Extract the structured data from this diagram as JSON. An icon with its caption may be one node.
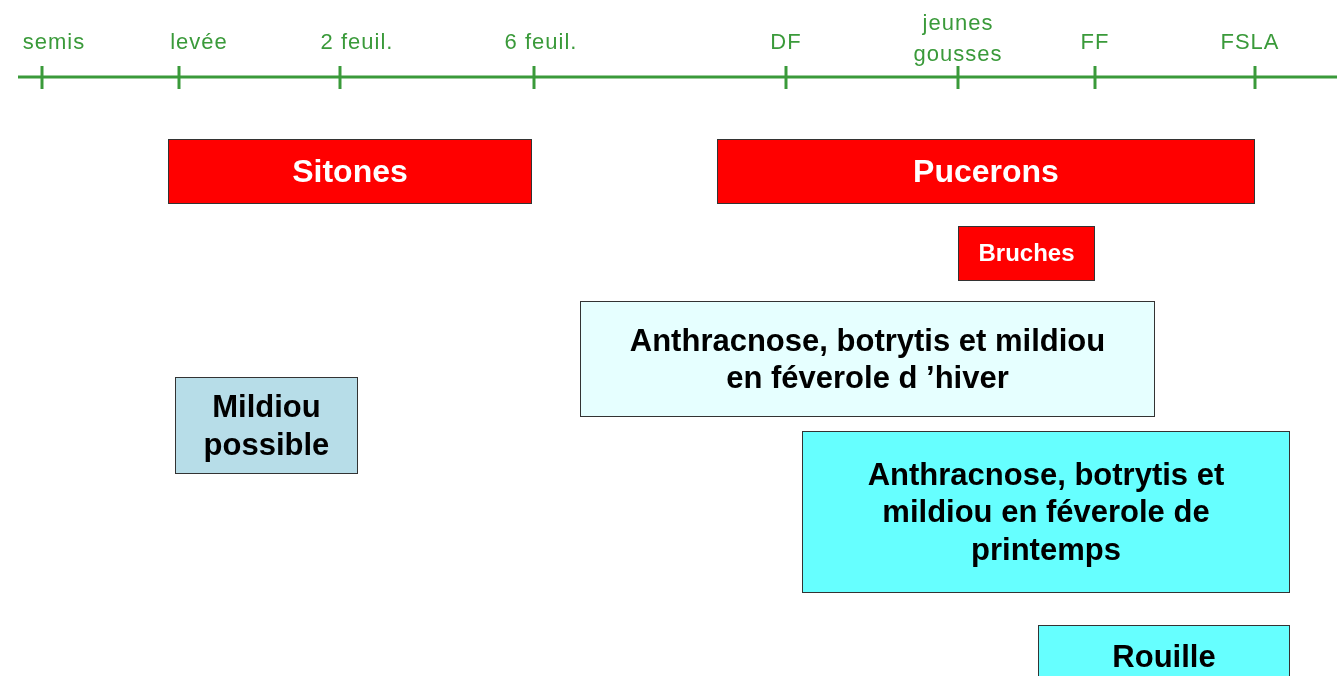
{
  "diagram": {
    "nodes": [
      {
        "text": [
          "Sitones"
        ]
      },
      {
        "text": [
          "Pucerons"
        ]
      },
      {
        "text": [
          "Bruches"
        ]
      },
      {
        "text": [
          "Anthracnose, botrytis et mildiou en féverole d ’hiver"
        ]
      },
      {
        "text": [
          "Mildiou possible"
        ]
      },
      {
        "text": [
          "Anthracnose, botrytis et mildiou en féverole de printemps"
        ]
      },
      {
        "text": [
          "Rouille"
        ]
      }
    ],
    "edges": [],
    "labels": [
      "semis",
      "levée",
      "2 feuil.",
      "6 feuil.",
      "DF",
      "jeunes gousses",
      "FF",
      "FSLA"
    ]
  }
}
